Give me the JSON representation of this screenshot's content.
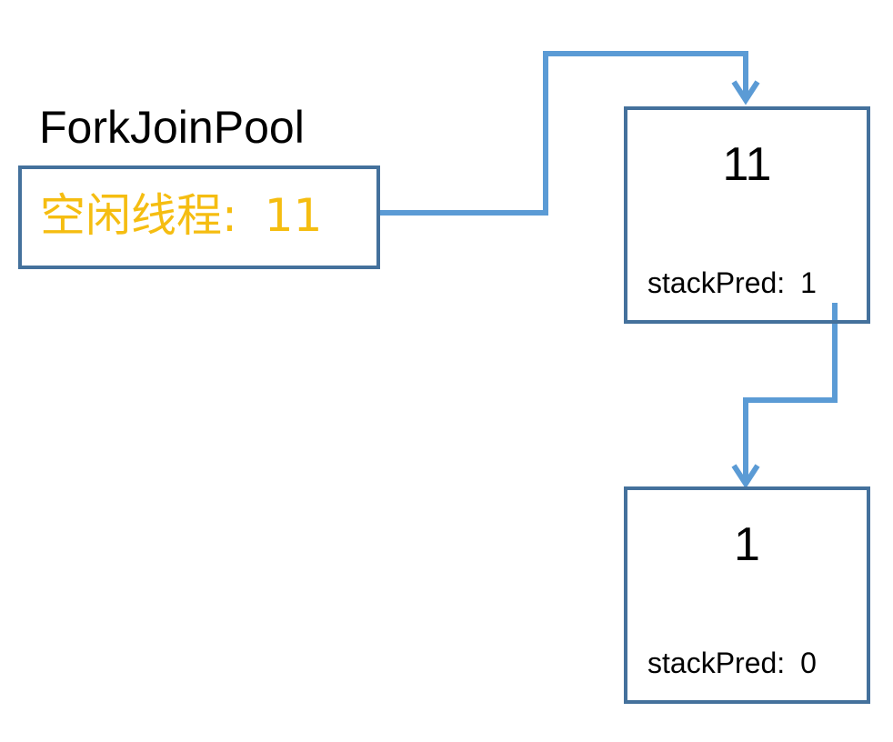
{
  "diagram": {
    "pool": {
      "title": "ForkJoinPool",
      "idle_label": "空闲线程:",
      "idle_value": "11"
    },
    "nodes": [
      {
        "value": "11",
        "stack_pred_label": "stackPred:",
        "stack_pred_value": "1"
      },
      {
        "value": "1",
        "stack_pred_label": "stackPred:",
        "stack_pred_value": "0"
      }
    ]
  },
  "colors": {
    "box_border": "#44719c",
    "arrow": "#5b9bd5",
    "idle_text": "#f5bd11",
    "text": "#000000"
  }
}
